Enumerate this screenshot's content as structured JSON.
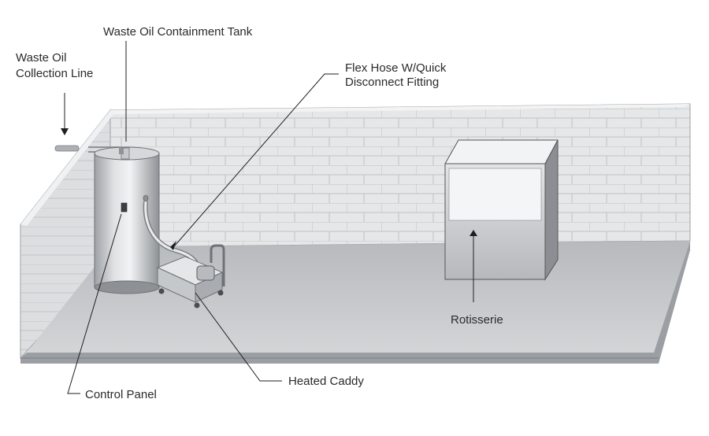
{
  "labels": {
    "collection_line_1": "Waste Oil",
    "collection_line_2": "Collection Line",
    "containment_tank": "Waste Oil Containment Tank",
    "flex_hose_1": "Flex Hose W/Quick",
    "flex_hose_2": "Disconnect Fitting",
    "rotisserie": "Rotisserie",
    "heated_caddy": "Heated Caddy",
    "control_panel": "Control Panel"
  },
  "colors": {
    "wall": "#e4e5e6",
    "wall_line": "#b9bcbf",
    "floor": "#c7c9cb",
    "floor_edge": "#8f9296",
    "tank": "#c4c7ca",
    "leader": "#1f1f1f"
  }
}
